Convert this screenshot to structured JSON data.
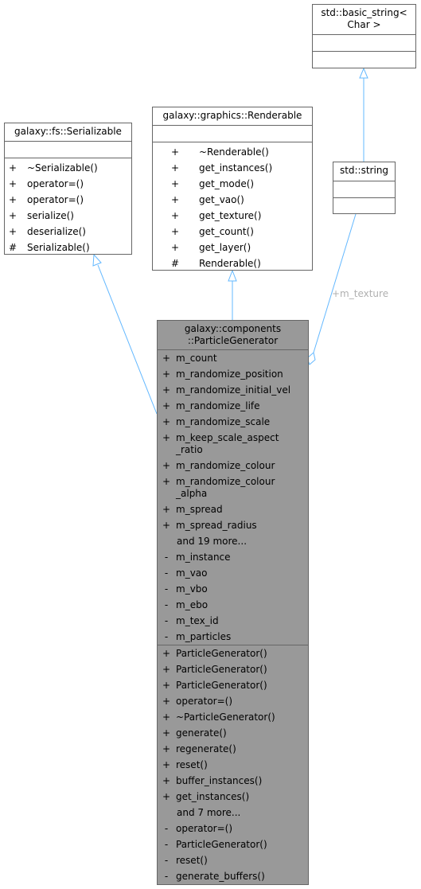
{
  "classes": {
    "basic_string": {
      "title_lines": [
        "std::basic_string<",
        "Char >"
      ]
    },
    "string": {
      "title": "std::string"
    },
    "serializable": {
      "title": "galaxy::fs::Serializable",
      "methods": [
        {
          "vis": "+",
          "name": "~Serializable()"
        },
        {
          "vis": "+",
          "name": "operator=()"
        },
        {
          "vis": "+",
          "name": "operator=()"
        },
        {
          "vis": "+",
          "name": "serialize()"
        },
        {
          "vis": "+",
          "name": "deserialize()"
        },
        {
          "vis": "#",
          "name": "Serializable()"
        }
      ]
    },
    "renderable": {
      "title": "galaxy::graphics::Renderable",
      "methods": [
        {
          "vis": "+",
          "name": "~Renderable()"
        },
        {
          "vis": "+",
          "name": "get_instances()"
        },
        {
          "vis": "+",
          "name": "get_mode()"
        },
        {
          "vis": "+",
          "name": "get_vao()"
        },
        {
          "vis": "+",
          "name": "get_texture()"
        },
        {
          "vis": "+",
          "name": "get_count()"
        },
        {
          "vis": "+",
          "name": "get_layer()"
        },
        {
          "vis": "#",
          "name": "Renderable()"
        }
      ]
    },
    "particle_generator": {
      "title_lines": [
        "galaxy::components",
        "::ParticleGenerator"
      ],
      "attributes": [
        {
          "vis": "+",
          "lines": [
            "m_count"
          ]
        },
        {
          "vis": "+",
          "lines": [
            "m_randomize_position"
          ]
        },
        {
          "vis": "+",
          "lines": [
            "m_randomize_initial_vel"
          ]
        },
        {
          "vis": "+",
          "lines": [
            "m_randomize_life"
          ]
        },
        {
          "vis": "+",
          "lines": [
            "m_randomize_scale"
          ]
        },
        {
          "vis": "+",
          "lines": [
            "m_keep_scale_aspect",
            "_ratio"
          ]
        },
        {
          "vis": "+",
          "lines": [
            "m_randomize_colour"
          ]
        },
        {
          "vis": "+",
          "lines": [
            "m_randomize_colour",
            "_alpha"
          ]
        },
        {
          "vis": "+",
          "lines": [
            "m_spread"
          ]
        },
        {
          "vis": "+",
          "lines": [
            "m_spread_radius"
          ]
        },
        {
          "vis": "",
          "lines": [
            "and 19 more..."
          ]
        },
        {
          "vis": "-",
          "lines": [
            "m_instance"
          ]
        },
        {
          "vis": "-",
          "lines": [
            "m_vao"
          ]
        },
        {
          "vis": "-",
          "lines": [
            "m_vbo"
          ]
        },
        {
          "vis": "-",
          "lines": [
            "m_ebo"
          ]
        },
        {
          "vis": "-",
          "lines": [
            "m_tex_id"
          ]
        },
        {
          "vis": "-",
          "lines": [
            "m_particles"
          ]
        }
      ],
      "methods": [
        {
          "vis": "+",
          "name": "ParticleGenerator()"
        },
        {
          "vis": "+",
          "name": "ParticleGenerator()"
        },
        {
          "vis": "+",
          "name": "ParticleGenerator()"
        },
        {
          "vis": "+",
          "name": "operator=()"
        },
        {
          "vis": "+",
          "name": "~ParticleGenerator()"
        },
        {
          "vis": "+",
          "name": "generate()"
        },
        {
          "vis": "+",
          "name": "regenerate()"
        },
        {
          "vis": "+",
          "name": "reset()"
        },
        {
          "vis": "+",
          "name": "buffer_instances()"
        },
        {
          "vis": "+",
          "name": "get_instances()"
        },
        {
          "vis": "",
          "name": "and 7 more..."
        },
        {
          "vis": "-",
          "name": "operator=()"
        },
        {
          "vis": "-",
          "name": "ParticleGenerator()"
        },
        {
          "vis": "-",
          "name": "reset()"
        },
        {
          "vis": "-",
          "name": "generate_buffers()"
        }
      ]
    }
  },
  "edges": {
    "m_texture_label": "+m_texture"
  },
  "colors": {
    "edge": "#63b8ff",
    "box_border": "#666666",
    "main_fill": "#999999",
    "label": "#b0b0b0"
  }
}
